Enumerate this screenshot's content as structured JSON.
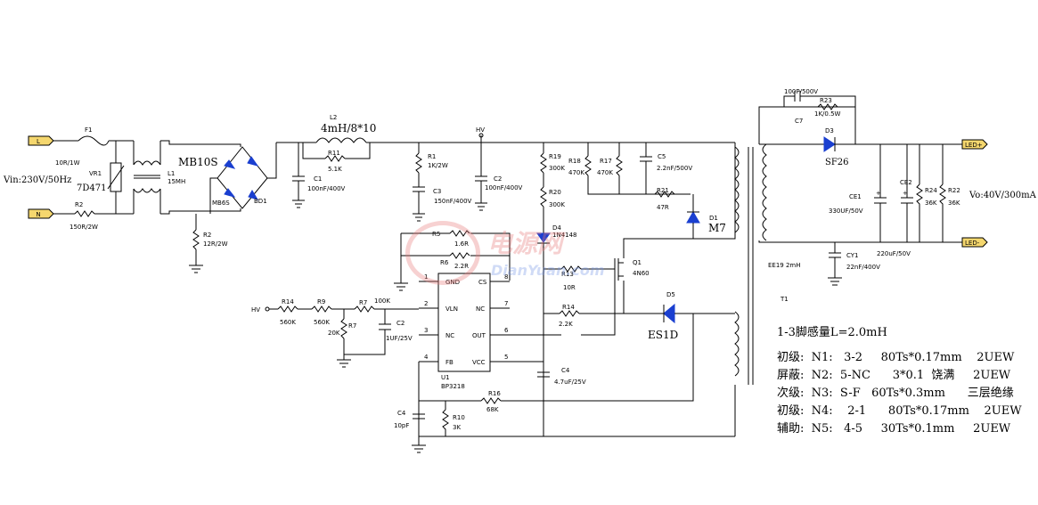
{
  "schematic": {
    "input": {
      "L": "L",
      "N": "N",
      "vin": "Vin:230V/50Hz",
      "F1": "F1",
      "F1_val": "10R/1W",
      "VR1": "VR1",
      "VR1_val": "7D471",
      "R2a": "R2",
      "R2a_val": "150R/2W",
      "L1": "L1",
      "L1_val": "15MH",
      "R2b": "R2",
      "R2b_val": "12R/2W"
    },
    "bridge": {
      "name": "MB10S",
      "ref": "BD1",
      "part": "MB6S"
    },
    "pfc": {
      "L2": "L2",
      "L2_val": "4mH/8*10",
      "R11": "R11",
      "R11_val": "5.1K",
      "C1": "C1",
      "C1_val": "100nF/400V",
      "HV": "HV",
      "R1": "R1",
      "R1_val": "1K/2W",
      "C3": "C3",
      "C3_val": "150nF/400V",
      "C2": "C2",
      "C2_val": "100nF/400V"
    },
    "snubber": {
      "R19": "R19",
      "R19_val": "300K",
      "R20": "R20",
      "R20_val": "300K",
      "R18": "R18",
      "R18_val": "470K",
      "R17": "R17",
      "R17_val": "470K",
      "C5": "C5",
      "C5_val": "2.2nF/500V",
      "R21": "R21",
      "R21_val": "47R",
      "D1": "D1",
      "D1_part": "M7",
      "D4": "D4",
      "D4_part": "1N4148"
    },
    "ic": {
      "R5": "R5",
      "R5_val": "1.6R",
      "R6": "R6",
      "R6_val": "2.2R",
      "pins": {
        "gnd": "GND",
        "cs": "CS",
        "vln": "VLN",
        "nc1": "NC",
        "nc2": "NC",
        "out": "OUT",
        "fb": "FB",
        "vcc": "VCC"
      },
      "pinnums": {
        "p1": "1",
        "p2": "2",
        "p3": "3",
        "p4": "4",
        "p5": "5",
        "p6": "6",
        "p7": "7",
        "p8": "8"
      },
      "U1": "U1",
      "part": "BP3218",
      "Q1": "Q1",
      "Q1_part": "4N60",
      "R13": "R13",
      "R13_val": "10R",
      "R14b": "R14",
      "R14b_val": "2.2K",
      "C4b": "C4",
      "C4b_val": "4.7uF/25V",
      "R16": "R16",
      "R16_val": "68K",
      "C4a": "C4",
      "C4a_val": "10pF",
      "R10": "R10",
      "R10_val": "3K"
    },
    "sense": {
      "HV": "HV",
      "R14": "R14",
      "R14_val": "560K",
      "R9": "R9",
      "R9_val": "560K",
      "R7a": "R7",
      "R7a_val": "100K",
      "R7b": "R7",
      "R7b_val": "20K",
      "C2": "C2",
      "C2_val": "1UF/25V"
    },
    "aux": {
      "D5": "D5",
      "D5_part": "ES1D"
    },
    "output": {
      "C7_val": "100P/500V",
      "C7": "C7",
      "R23": "R23",
      "R23_val": "1K/0.5W",
      "D3": "D3",
      "D3_part": "SF26",
      "LEDp": "LED+",
      "LEDn": "LED-",
      "CE1": "CE1",
      "CE1_val": "330UF/50V",
      "CE2": "CE2",
      "CE2_val": "220uF/50V",
      "R24": "R24",
      "R24_val": "36K",
      "R22": "R22",
      "R22_val": "36K",
      "vo": "Vo:40V/300mA",
      "CY1": "CY1",
      "CY1_val": "22nF/400V",
      "T1_core": "EE19  2mH",
      "T1": "T1"
    }
  },
  "notes": {
    "title": "1-3脚感量L=2.0mH",
    "lines": [
      "初级:  N1:   3-2     80Ts*0.17mm    2UEW",
      "屏蔽:  N2:  5-NC      3*0.1  饶满     2UEW",
      "次级:  N3:  S-F   60Ts*0.3mm      三层绝缘",
      "初级:  N4:    2-1      80Ts*0.17mm    2UEW",
      "辅助:  N5:   4-5     30Ts*0.1mm     2UEW"
    ]
  },
  "watermark": {
    "cn": "电源网",
    "en": "DianYuan.com"
  },
  "colors": {
    "wire": "#000000",
    "diode": "#1a3fd0",
    "terminal": "#f5d76e"
  }
}
